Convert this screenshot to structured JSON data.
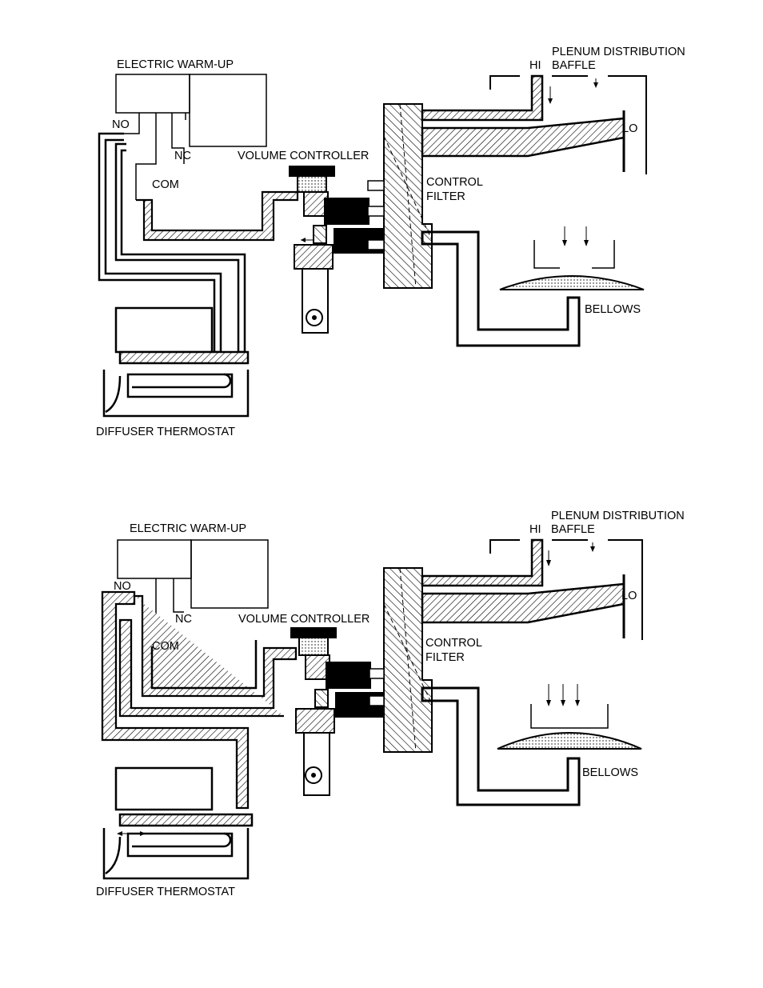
{
  "diagrams": [
    {
      "state": "top",
      "labels": {
        "electric_warmup": "ELECTRIC WARM-UP",
        "no": "NO",
        "nc": "NC",
        "com": "COM",
        "volume_controller": "VOLUME CONTROLLER",
        "hi": "HI",
        "plenum_distribution": "PLENUM DISTRIBUTION",
        "baffle": "BAFFLE",
        "lo": "LO",
        "control": "CONTROL",
        "filter": "FILTER",
        "bellows": "BELLOWS",
        "diffuser_thermostat": "DIFFUSER THERMOSTAT"
      }
    },
    {
      "state": "bottom",
      "labels": {
        "electric_warmup": "ELECTRIC WARM-UP",
        "no": "NO",
        "nc": "NC",
        "com": "COM",
        "volume_controller": "VOLUME CONTROLLER",
        "hi": "HI",
        "plenum_distribution": "PLENUM DISTRIBUTION",
        "baffle": "BAFFLE",
        "lo": "LO",
        "control": "CONTROL",
        "filter": "FILTER",
        "bellows": "BELLOWS",
        "diffuser_thermostat": "DIFFUSER THERMOSTAT"
      }
    }
  ]
}
